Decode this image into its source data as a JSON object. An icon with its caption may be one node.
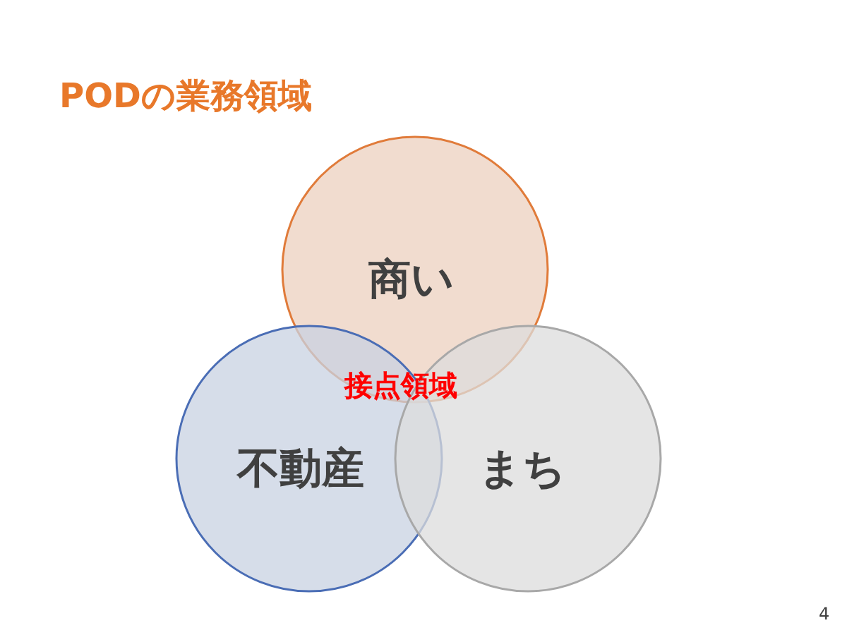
{
  "diagram": {
    "title": "PODの業務領域",
    "nodes": [
      {
        "text": [
          "商い"
        ]
      },
      {
        "text": [
          "不動産"
        ]
      },
      {
        "text": [
          "まち"
        ]
      }
    ],
    "labels": [
      "接点領域",
      "4"
    ]
  }
}
